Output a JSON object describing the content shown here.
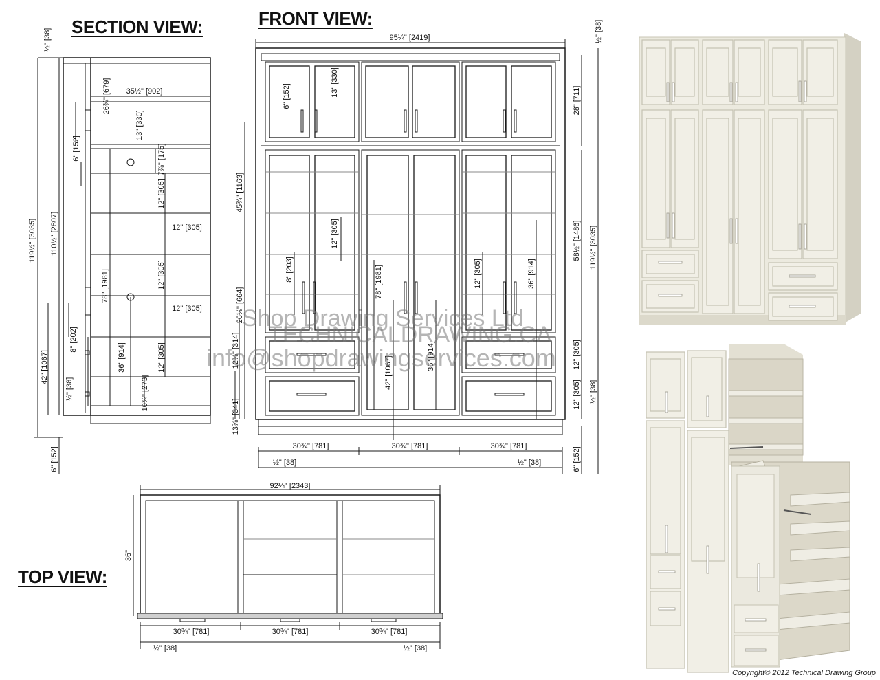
{
  "headings": {
    "section": "SECTION VIEW:",
    "front": "FRONT VIEW:",
    "top": "TOP VIEW:"
  },
  "watermark": {
    "line1": "Shop Drawing Services Ltd",
    "line2": "TECHNICALDRAWING.CA",
    "line3": "info@shopdrawingservices.com"
  },
  "copyright": "Copyright© 2012 Technical Drawing Group",
  "section_dims": {
    "top_half": "½\" [38]",
    "overall": "119½\" [3035]",
    "inner": "110½\" [2807]",
    "depth": "35½\" [902]",
    "top_box": "26¾\" [679]",
    "box13": "13\" [330]",
    "six": "6\" [152]",
    "seven": "7⅞\" [175]",
    "shelf1": "12\" [305]",
    "shelf2": "12\" [305]",
    "shelf3": "12\" [305]",
    "shelf4": "12\" [305]",
    "shelf5": "12\" [305]",
    "hang78": "78\" [1981]",
    "eight": "8\" [202]",
    "thirtysix": "36\" [914]",
    "fortytwo": "42\" [1067]",
    "half_bottom": "½\" [38]",
    "ten": "10¾\" [273]",
    "base": "6\" [152]"
  },
  "front_dims": {
    "width": "95¼\" [2419]",
    "top_half": "½\" [38]",
    "upper6": "6\" [152]",
    "upper13": "13\" [330]",
    "upper28": "28\" [711]",
    "door45": "45¾\" [1163]",
    "door12": "12\" [305]",
    "door58": "58½\" [1486]",
    "overall": "119½\" [3035]",
    "eight": "8\" [203]",
    "seventy8": "78\" [1981]",
    "twelve2": "12\" [305]",
    "thirtysix": "36\" [914]",
    "twentysix": "26⅛\" [664]",
    "twelve_drawer": "12⅜\" [314]",
    "fortytwo": "42\" [1067]",
    "thirtysix_mid": "36\" [914]",
    "right12a": "12\" [305]",
    "right12b": "12\" [305]",
    "right_half": "½\" [38]",
    "base13": "13⅞\" [341]",
    "base6": "6\" [152]",
    "col1": "30¾\" [781]",
    "col2": "30¾\" [781]",
    "col3": "30¾\" [781]",
    "half_left": "½\" [38]",
    "half_right": "½\" [38]"
  },
  "top_dims": {
    "width": "92¼\" [2343]",
    "depth": "36\"",
    "col1": "30¾\" [781]",
    "col2": "30¾\" [781]",
    "col3": "30¾\" [781]",
    "half_left": "½\" [38]",
    "half_right": "½\" [38]"
  },
  "colors": {
    "line": "#1a1a1a",
    "cabinet": "#eceadf",
    "cabinet_shadow": "#c9c6b6",
    "interior": "#d9d5c6"
  }
}
